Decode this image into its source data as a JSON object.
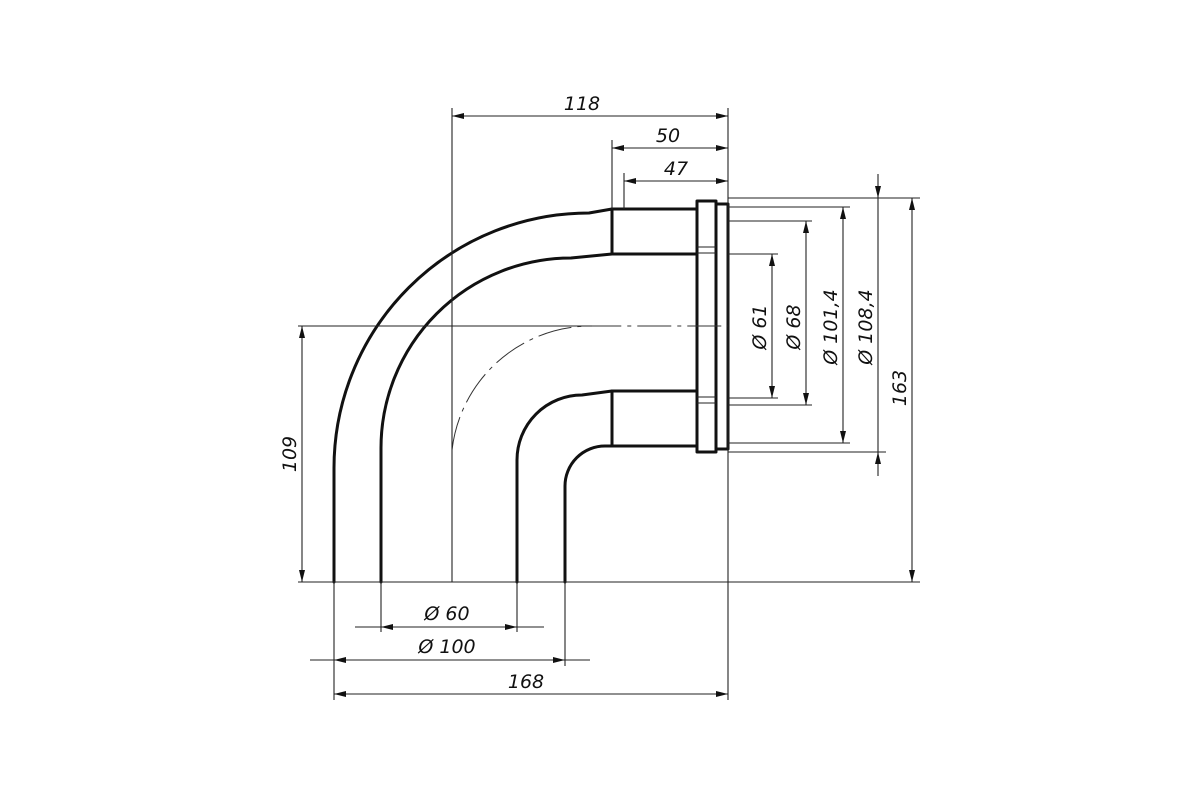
{
  "drawing": {
    "dimensions": {
      "top_118": "118",
      "top_50": "50",
      "top_47": "47",
      "left_109": "109",
      "right_163": "163",
      "d61": "Ø 61",
      "d68": "Ø 68",
      "d101_4": "Ø 101,4",
      "d108_4": "Ø 108,4",
      "d60": "Ø 60",
      "d100": "Ø 100",
      "bottom_168": "168"
    }
  }
}
